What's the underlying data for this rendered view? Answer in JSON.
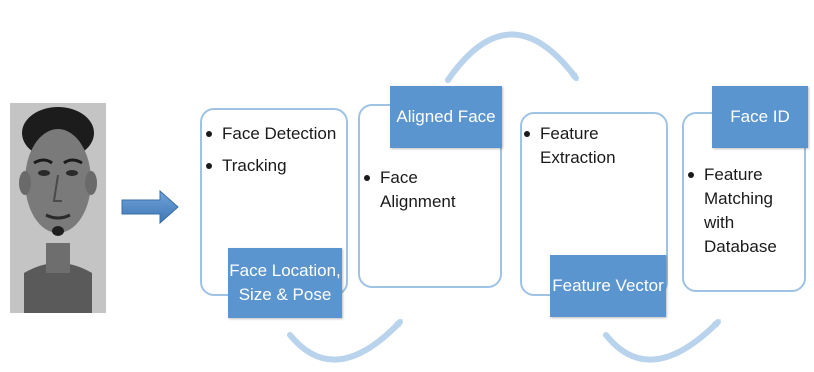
{
  "input_image": {
    "icon": "face-photo"
  },
  "stages": [
    {
      "bullets": [
        "Face Detection",
        "Tracking"
      ],
      "output_label": [
        "Face Location,",
        "Size & Pose"
      ]
    },
    {
      "bullets": [
        "Face Alignment"
      ],
      "output_label": [
        "Aligned Face"
      ]
    },
    {
      "bullets": [
        "Feature Extraction"
      ],
      "output_label": [
        "Feature Vector"
      ]
    },
    {
      "bullets": [
        "Feature Matching with Database"
      ],
      "output_label": [
        "Face ID"
      ]
    }
  ],
  "colors": {
    "box_border": "#9fc3e4",
    "tag_fill": "#5b95cf",
    "arrow": "#4f88c6",
    "curve_arrow": "#b9d3ec"
  }
}
